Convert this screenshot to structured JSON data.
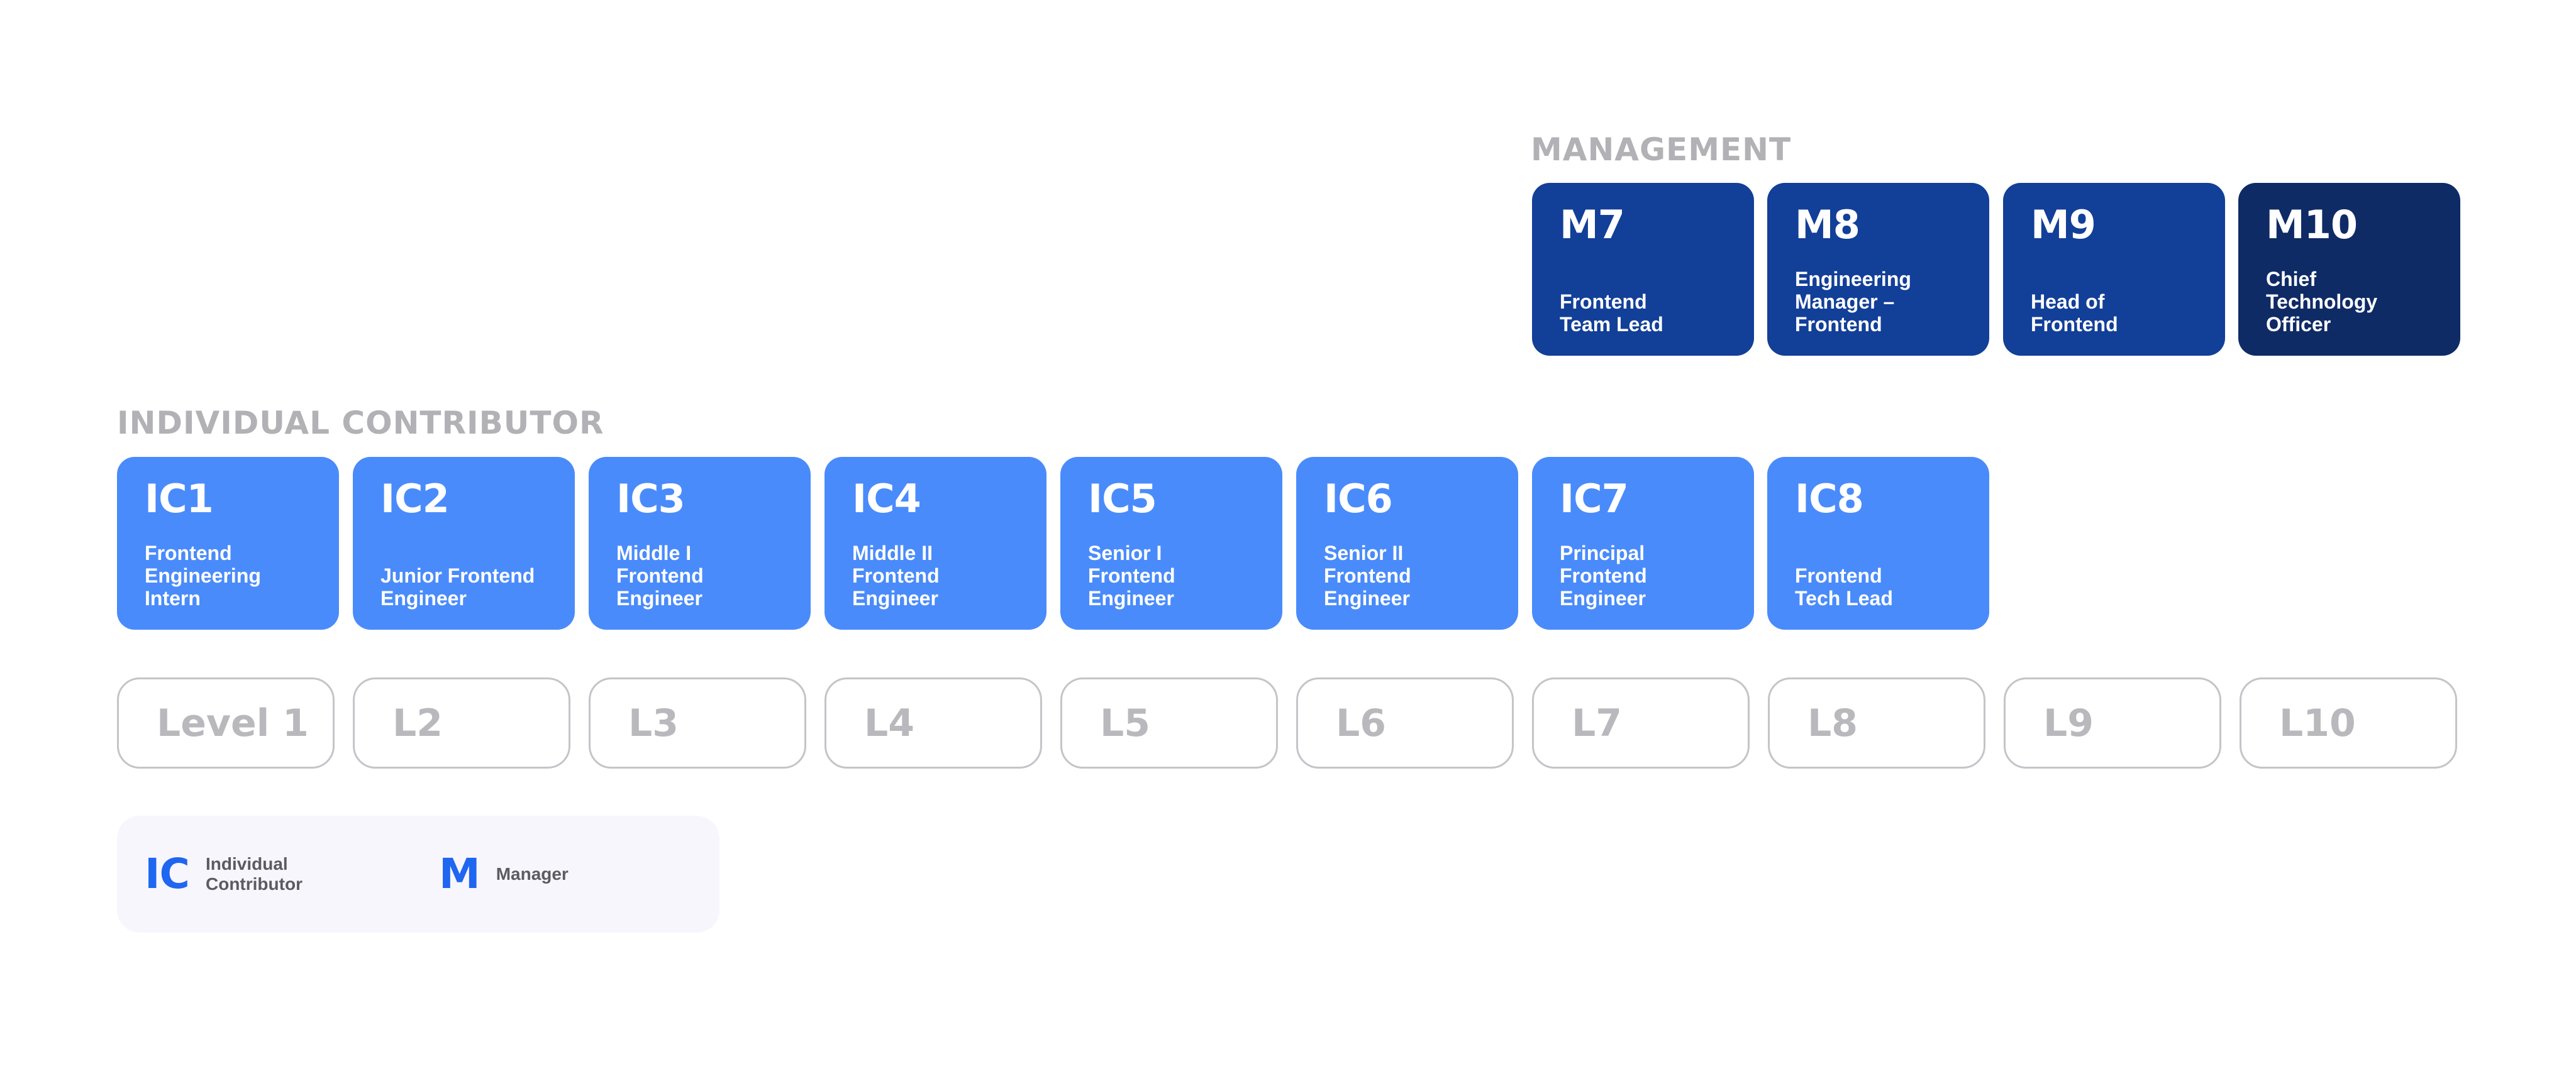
{
  "management": {
    "label": "MANAGEMENT",
    "cards": [
      {
        "code": "M7",
        "title": "Frontend\nTeam Lead"
      },
      {
        "code": "M8",
        "title": "Engineering\nManager –\nFrontend"
      },
      {
        "code": "M9",
        "title": "Head of\nFrontend"
      },
      {
        "code": "M10",
        "title": "Chief\nTechnology\nOfficer"
      }
    ]
  },
  "individual": {
    "label": "INDIVIDUAL CONTRIBUTOR",
    "cards": [
      {
        "code": "IC1",
        "title": "Frontend\nEngineering\nIntern"
      },
      {
        "code": "IC2",
        "title": "Junior Frontend\nEngineer"
      },
      {
        "code": "IC3",
        "title": "Middle I\nFrontend\nEngineer"
      },
      {
        "code": "IC4",
        "title": "Middle II\nFrontend\nEngineer"
      },
      {
        "code": "IC5",
        "title": "Senior I\nFrontend\nEngineer"
      },
      {
        "code": "IC6",
        "title": "Senior II\nFrontend\nEngineer"
      },
      {
        "code": "IC7",
        "title": "Principal\nFrontend\nEngineer"
      },
      {
        "code": "IC8",
        "title": "Frontend\nTech Lead"
      }
    ]
  },
  "levels": [
    "Level 1",
    "L2",
    "L3",
    "L4",
    "L5",
    "L6",
    "L7",
    "L8",
    "L9",
    "L10"
  ],
  "legend": {
    "ic_mark": "IC",
    "ic_text": "Individual\nContributor",
    "m_mark": "M",
    "m_text": "Manager"
  },
  "colors": {
    "ic_card": "#4a8bfb",
    "manager_card": "#123f98",
    "executive_card": "#0f2b66",
    "section_label": "#b1b1b6",
    "level_text": "#b9b9bd",
    "level_border": "#c4c4c9",
    "legend_accent": "#1f66f1",
    "legend_background": "#f8f6fd"
  }
}
